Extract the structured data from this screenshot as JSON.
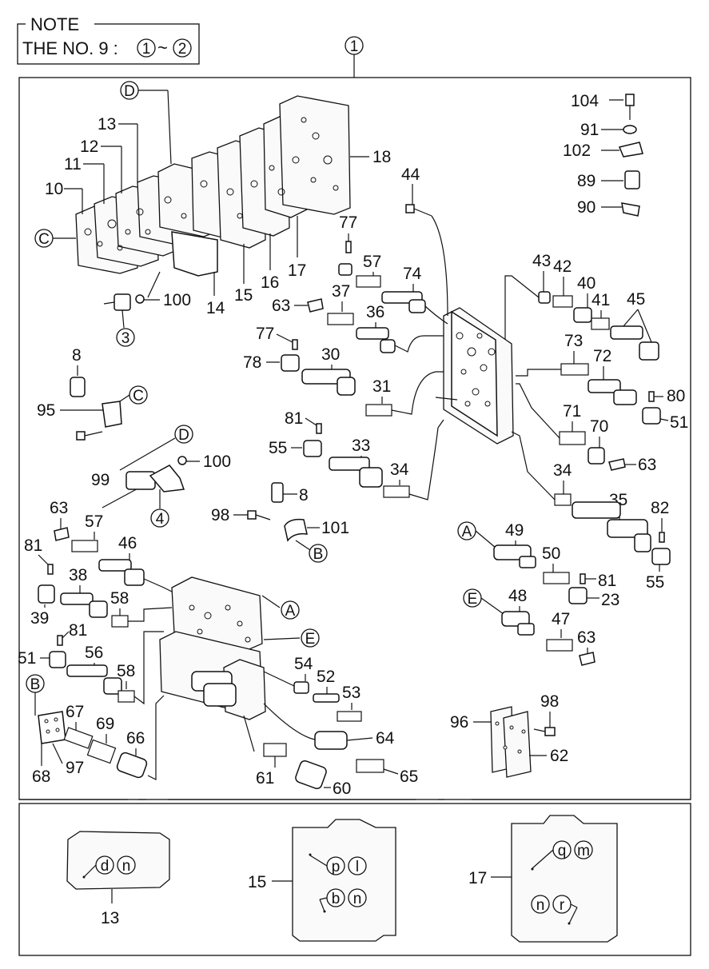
{
  "note": {
    "title": "NOTE",
    "line": "THE NO. 9 :",
    "range_start": "1",
    "range_sep": "~",
    "range_end": "2"
  },
  "assembly_callout": "1",
  "letters": {
    "A": "A",
    "B": "B",
    "C": "C",
    "D": "D",
    "E": "E"
  },
  "callouts": {
    "p3": "3",
    "p4": "4",
    "p8a": "8",
    "p8b": "8",
    "p10": "10",
    "p11": "11",
    "p12": "12",
    "p13": "13",
    "p14": "14",
    "p15": "15",
    "p16": "16",
    "p17": "17",
    "p18": "18",
    "p23": "23",
    "p30": "30",
    "p31": "31",
    "p33": "33",
    "p34a": "34",
    "p34b": "34",
    "p35": "35",
    "p36": "36",
    "p37": "37",
    "p38": "38",
    "p39": "39",
    "p40": "40",
    "p41": "41",
    "p42": "42",
    "p43": "43",
    "p44": "44",
    "p45": "45",
    "p46": "46",
    "p47": "47",
    "p48": "48",
    "p49": "49",
    "p50": "50",
    "p51a": "51",
    "p51b": "51",
    "p52": "52",
    "p53": "53",
    "p54": "54",
    "p55a": "55",
    "p55b": "55",
    "p56": "56",
    "p57a": "57",
    "p57b": "57",
    "p58a": "58",
    "p58b": "58",
    "p60": "60",
    "p61": "61",
    "p62": "62",
    "p63a": "63",
    "p63b": "63",
    "p63c": "63",
    "p63d": "63",
    "p64": "64",
    "p65": "65",
    "p66": "66",
    "p67": "67",
    "p68": "68",
    "p69": "69",
    "p70": "70",
    "p71": "71",
    "p72": "72",
    "p73": "73",
    "p74": "74",
    "p77a": "77",
    "p77b": "77",
    "p78": "78",
    "p80": "80",
    "p81a": "81",
    "p81b": "81",
    "p81c": "81",
    "p81d": "81",
    "p82": "82",
    "p89": "89",
    "p90": "90",
    "p91": "91",
    "p95": "95",
    "p96": "96",
    "p97": "97",
    "p98a": "98",
    "p98b": "98",
    "p99": "99",
    "p100a": "100",
    "p100b": "100",
    "p101": "101",
    "p102": "102",
    "p104": "104"
  },
  "detail": {
    "plate13": {
      "label": "13",
      "codes": [
        "d",
        "n"
      ]
    },
    "plate15": {
      "label": "15",
      "codes_top": [
        "p",
        "l"
      ],
      "codes_bottom": [
        "b",
        "n"
      ]
    },
    "plate17": {
      "label": "17",
      "codes_top": [
        "q",
        "m"
      ],
      "codes_bottom": [
        "n",
        "r"
      ]
    }
  }
}
